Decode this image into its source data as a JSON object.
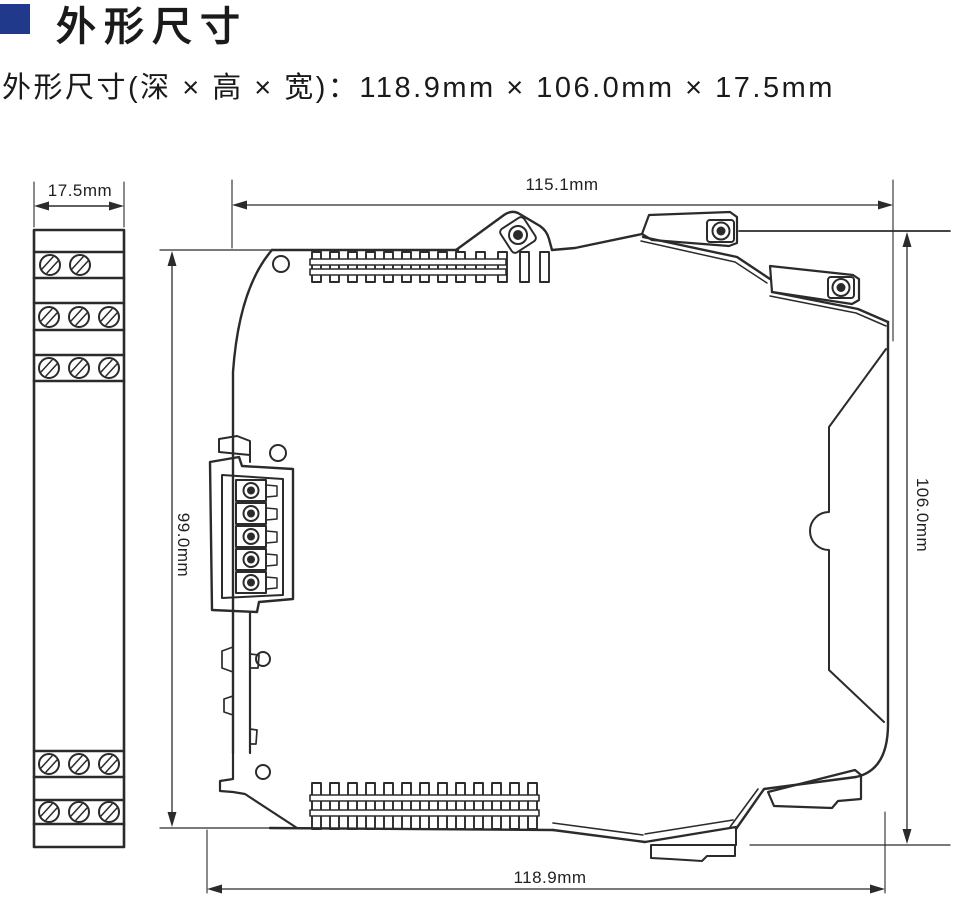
{
  "header": {
    "title": "外形尺寸",
    "accent_color": "#21398b"
  },
  "subtitle": "外形尺寸(深 × 高 × 宽)：118.9mm × 106.0mm × 17.5mm",
  "front_view": {
    "width_label": "17.5mm"
  },
  "side_view": {
    "top_label": "115.1mm",
    "left_label": "99.0mm",
    "right_label": "106.0mm",
    "bottom_label": "118.9mm"
  },
  "drawing": {
    "line_color": "#2b2b2b",
    "views": [
      "front-view",
      "side-view"
    ]
  }
}
